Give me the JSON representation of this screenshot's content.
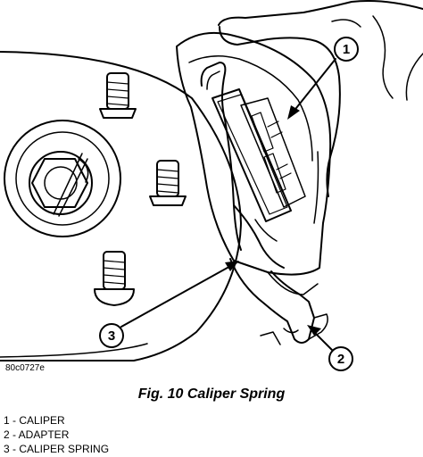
{
  "figure": {
    "code": "80c0727e",
    "caption": "Fig. 10 Caliper Spring",
    "legend": [
      "1 - CALIPER",
      "2 - ADAPTER",
      "3 - CALIPER SPRING"
    ],
    "callouts": [
      {
        "number": "1"
      },
      {
        "number": "2"
      },
      {
        "number": "3"
      }
    ]
  }
}
